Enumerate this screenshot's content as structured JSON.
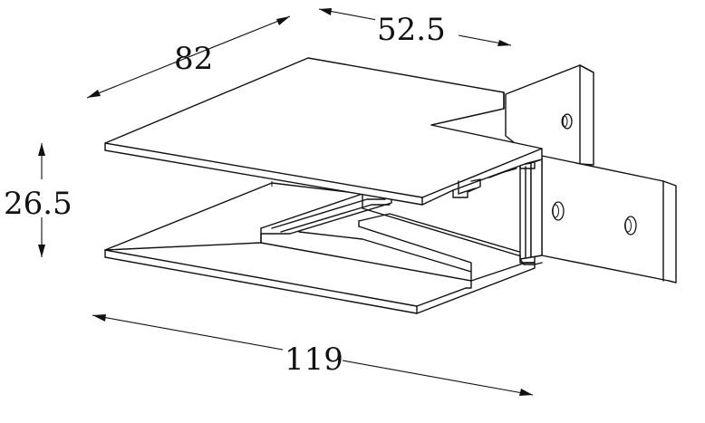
{
  "dimensions": {
    "depth": "82",
    "width_top": "52.5",
    "height": "26.5",
    "length": "119"
  },
  "colors": {
    "line": "#111111",
    "background": "#ffffff"
  }
}
